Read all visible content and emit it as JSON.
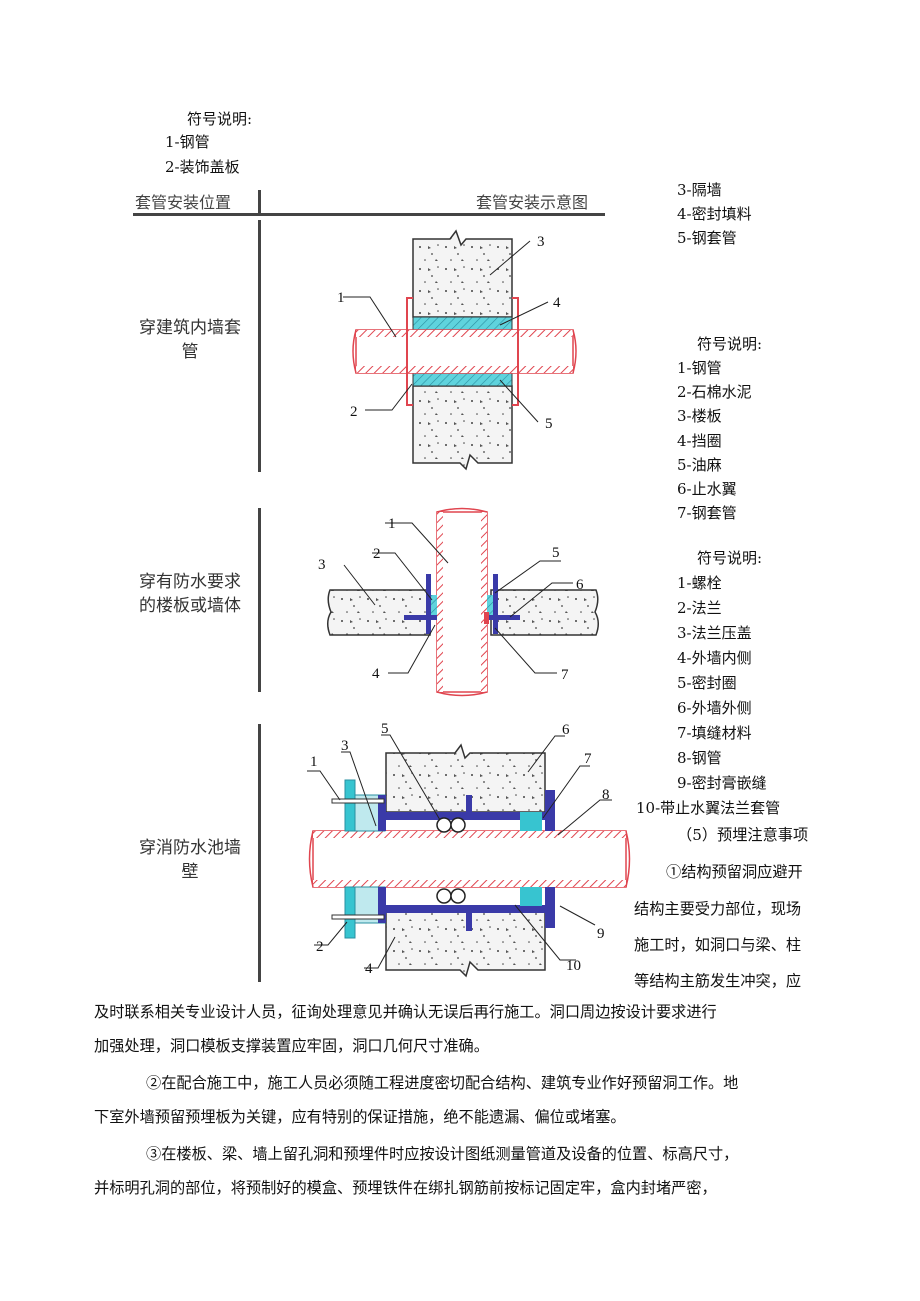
{
  "legend1": {
    "title": "符号说明:",
    "items": [
      "1-钢管",
      "2-装饰盖板",
      "3-隔墙",
      "4-密封填料",
      "5-钢套管"
    ]
  },
  "table": {
    "col_position": "套管安装位置",
    "col_diagram": "套管安装示意图",
    "rows": [
      "穿建筑内墙套管",
      "穿有防水要求的楼板或墙体",
      "穿消防水池墙壁"
    ]
  },
  "legend2": {
    "title": "符号说明:",
    "items": [
      "1-钢管",
      "2-石棉水泥",
      "3-楼板",
      "4-挡圈",
      "5-油麻",
      "6-止水翼",
      "7-钢套管"
    ]
  },
  "legend3": {
    "title": "符号说明:",
    "items": [
      "1-螺栓",
      "2-法兰",
      "3-法兰压盖",
      "4-外墙内侧",
      "5-密封圈",
      "6-外墙外侧",
      "7-填缝材料",
      "8-钢管",
      "9-密封膏嵌缝",
      "10-带止水翼法兰套管"
    ]
  },
  "section": {
    "heading": "（5）预埋注意事项",
    "p1_lines": [
      "①结构预留洞应避开",
      "结构主要受力部位，现场",
      "施工时，如洞口与梁、柱",
      "等结构主筋发生冲突，应"
    ],
    "p1_tail": [
      "及时联系相关专业设计人员，征询处理意见并确认无误后再行施工。洞口周边按设计要求进行",
      "加强处理，洞口模板支撑装置应牢固，洞口几何尺寸准确。"
    ],
    "p2": [
      "②在配合施工中，施工人员必须随工程进度密切配合结构、建筑专业作好预留洞工作。地",
      "下室外墙预留预埋板为关键，应有特别的保证措施，绝不能遗漏、偏位或堵塞。"
    ],
    "p3": [
      "③在楼板、梁、墙上留孔洞和预埋件时应按设计图纸测量管道及设备的位置、标高尺寸，",
      "并标明孔洞的部位，将预制好的模盒、预埋铁件在绑扎钢筋前按标记固定牢，盒内封堵严密，"
    ]
  },
  "colors": {
    "pipe": "#e0454f",
    "seal": "#37c4d0",
    "flange": "#3a3aa8",
    "concrete": "#f4f4f4"
  }
}
